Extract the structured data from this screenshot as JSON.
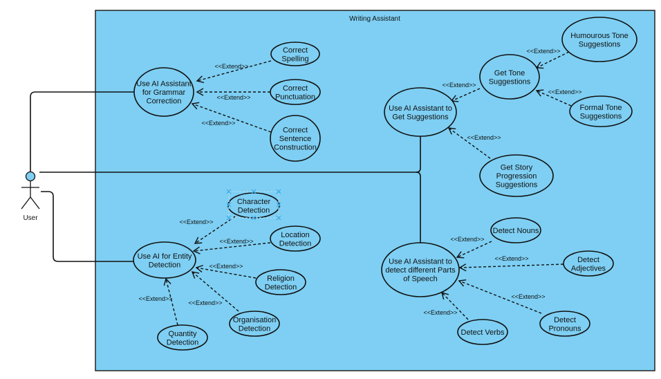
{
  "diagram": {
    "type": "UML use case diagram",
    "system_boundary": {
      "title": "Writing Assistant",
      "fill": "#7ecff3",
      "stroke": "#222222"
    },
    "actor": {
      "label": "User",
      "head_fill": "#7ecff3"
    },
    "extend_label": "<<Extend>>",
    "use_cases": {
      "grammar": [
        "Use AI Assistant",
        "for Grammar",
        "Correction"
      ],
      "spelling": [
        "Correct",
        "Spelling"
      ],
      "punctuation": [
        "Correct",
        "Punctuation"
      ],
      "sentence": [
        "Correct",
        "Sentence",
        "Construction"
      ],
      "suggestions": [
        "Use AI Assistant to",
        "Get Suggestions"
      ],
      "tone": [
        "Get Tone",
        "Suggestions"
      ],
      "humour": [
        "Humourous Tone",
        "Suggestions"
      ],
      "formal": [
        "Formal Tone",
        "Suggestions"
      ],
      "story": [
        "Get Story",
        "Progression",
        "Suggestions"
      ],
      "entity": [
        "Use AI for Entity",
        "Detection"
      ],
      "character": [
        "Character",
        "Detection"
      ],
      "location": [
        "Location",
        "Detection"
      ],
      "religion": [
        "Religion",
        "Detection"
      ],
      "organisation": [
        "Organisation",
        "Detection"
      ],
      "quantity": [
        "Quantity",
        "Detection"
      ],
      "pos": [
        "Use AI Assistant to",
        "detect different Parts",
        "of Speech"
      ],
      "nouns": [
        "Detect Nouns"
      ],
      "adjectives": [
        "Detect",
        "Adjectives"
      ],
      "pronouns": [
        "Detect",
        "Pronouns"
      ],
      "verbs": [
        "Detect Verbs"
      ]
    },
    "associations": [
      {
        "from": "User",
        "to": "grammar"
      },
      {
        "from": "User",
        "to": "suggestions"
      },
      {
        "from": "User",
        "to": "pos"
      },
      {
        "from": "User",
        "to": "entity"
      }
    ],
    "extends": [
      {
        "from": "spelling",
        "to": "grammar"
      },
      {
        "from": "punctuation",
        "to": "grammar"
      },
      {
        "from": "sentence",
        "to": "grammar"
      },
      {
        "from": "tone",
        "to": "suggestions"
      },
      {
        "from": "humour",
        "to": "tone"
      },
      {
        "from": "formal",
        "to": "tone"
      },
      {
        "from": "story",
        "to": "suggestions"
      },
      {
        "from": "character",
        "to": "entity"
      },
      {
        "from": "location",
        "to": "entity"
      },
      {
        "from": "religion",
        "to": "entity"
      },
      {
        "from": "organisation",
        "to": "entity"
      },
      {
        "from": "quantity",
        "to": "entity"
      },
      {
        "from": "nouns",
        "to": "pos"
      },
      {
        "from": "adjectives",
        "to": "pos"
      },
      {
        "from": "pronouns",
        "to": "pos"
      },
      {
        "from": "verbs",
        "to": "pos"
      }
    ],
    "selected_use_case": "character"
  }
}
